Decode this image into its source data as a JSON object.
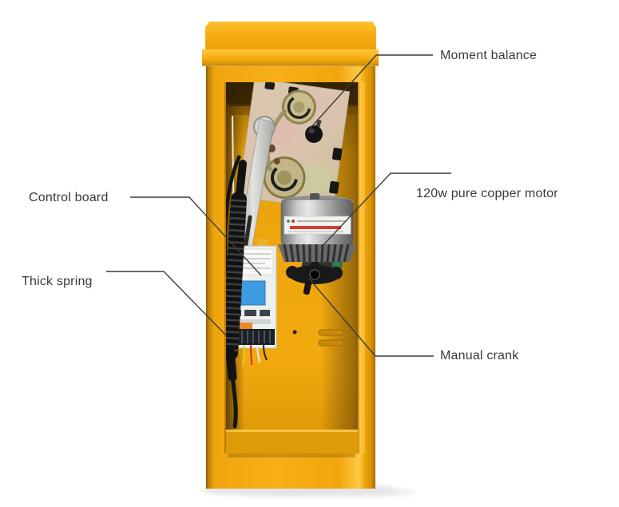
{
  "figure": {
    "type": "product-callout-diagram",
    "subject": "Yellow barrier-gate cabinet with open door showing internal parts",
    "background": "#ffffff"
  },
  "labels": {
    "moment_balance": "Moment balance",
    "control_board": "Control board",
    "motor": "120w pure copper motor",
    "thick_spring": "Thick spring",
    "manual_crank": "Manual crank"
  },
  "colors": {
    "cabinet_yellow": "#F6AA12",
    "cabinet_highlight": "#FFC23A",
    "cabinet_shadow": "#B87A02",
    "interior_shadow": "#3F2B04",
    "leader_line": "#3C3C3C",
    "label_text": "#3B3B3B",
    "spring_black": "#141414",
    "motor_gray": "#9A9A9A",
    "pcb_blue": "#3F9CE0",
    "plate_tan": "#D6C3A8",
    "ground_shadow": "#DCDCDC"
  }
}
